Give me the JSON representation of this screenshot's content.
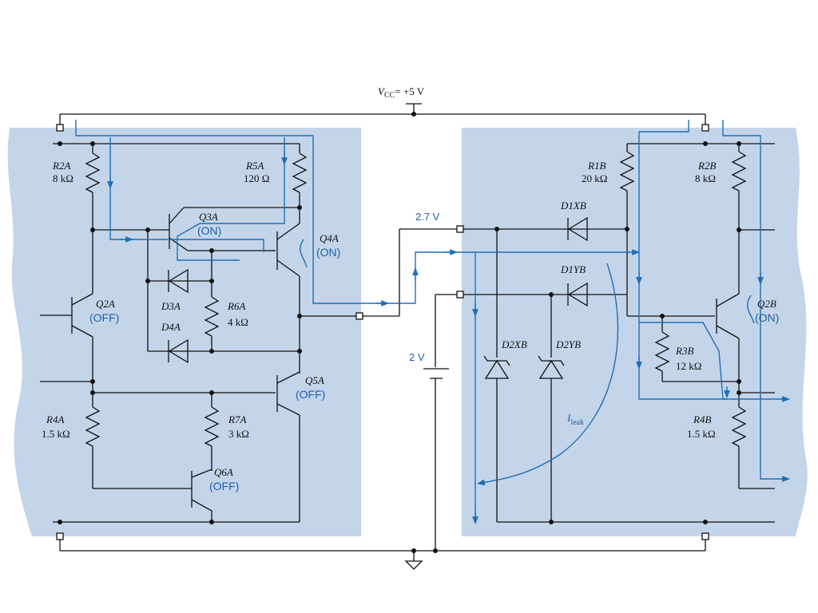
{
  "supply": {
    "label": "V",
    "sub": "CC",
    "value": "= +5 V"
  },
  "voltages": {
    "v27": "2.7 V",
    "v2": "2 V"
  },
  "gate_a": {
    "resistors": [
      {
        "name": "R2A",
        "value": "8 kΩ"
      },
      {
        "name": "R5A",
        "value": "120 Ω"
      },
      {
        "name": "R6A",
        "value": "4 kΩ"
      },
      {
        "name": "R4A",
        "value": "1.5 kΩ"
      },
      {
        "name": "R7A",
        "value": "3 kΩ"
      }
    ],
    "transistors": [
      {
        "name": "Q3A",
        "state": "(ON)"
      },
      {
        "name": "Q4A",
        "state": "(ON)"
      },
      {
        "name": "Q2A",
        "state": "(OFF)"
      },
      {
        "name": "Q5A",
        "state": "(OFF)"
      },
      {
        "name": "Q6A",
        "state": "(OFF)"
      }
    ],
    "diodes": [
      "D3A",
      "D4A"
    ]
  },
  "gate_b": {
    "resistors": [
      {
        "name": "R1B",
        "value": "20 kΩ"
      },
      {
        "name": "R2B",
        "value": "8 kΩ"
      },
      {
        "name": "R3B",
        "value": "12 kΩ"
      },
      {
        "name": "R4B",
        "value": "1.5 kΩ"
      }
    ],
    "transistors": [
      {
        "name": "Q2B",
        "state": "(ON)"
      }
    ],
    "diodes": [
      "D1XB",
      "D1YB",
      "D2XB",
      "D2YB"
    ]
  },
  "leak": {
    "label": "I",
    "sub": "leak"
  },
  "colors": {
    "panel": "#c4d5ea",
    "current": "#1f6fb8",
    "wire": "#111111"
  }
}
